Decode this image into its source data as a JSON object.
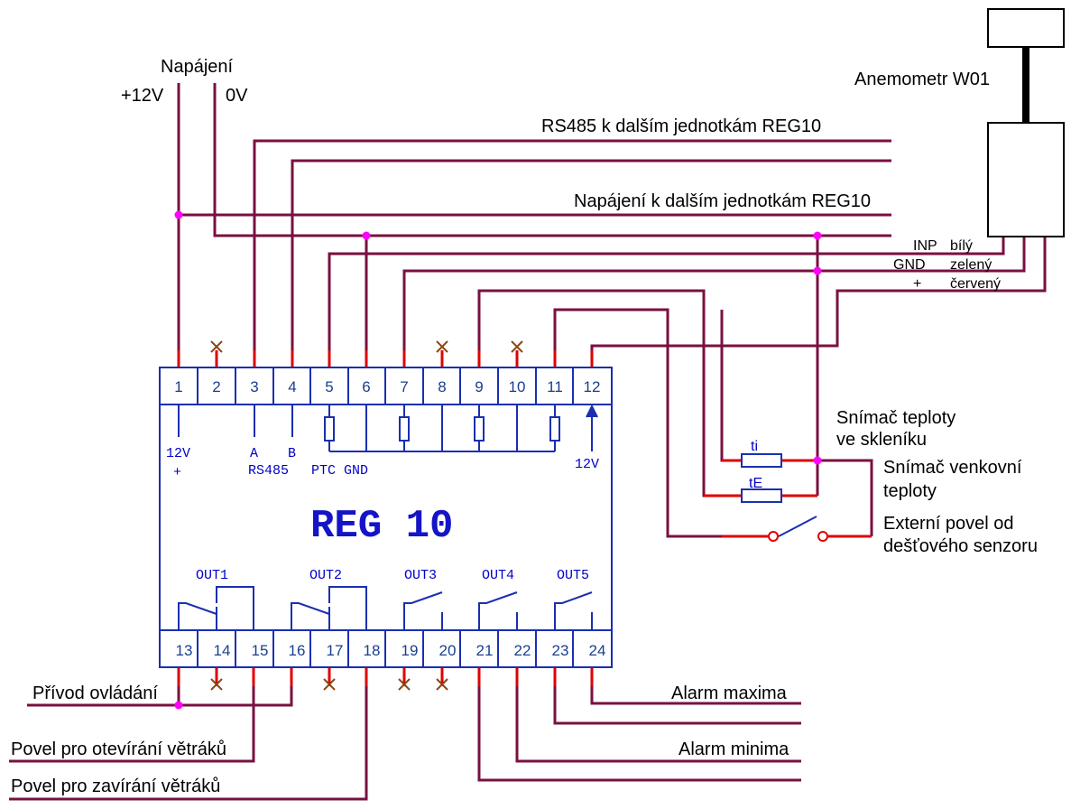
{
  "power": {
    "title": "Napájení",
    "plus": "+12V",
    "zero": "0V"
  },
  "rs485_label": "RS485 k dalším jednotkám REG10",
  "power_out_label": "Napájení k dalším jednotkám REG10",
  "anemometer": {
    "title": "Anemometr W01",
    "inp": "INP",
    "gnd": "GND",
    "plus": "+",
    "white": "bílý",
    "green": "zelený",
    "red": "červený"
  },
  "device": {
    "name": "REG 10",
    "top_terminals": [
      "1",
      "2",
      "3",
      "4",
      "5",
      "6",
      "7",
      "8",
      "9",
      "10",
      "11",
      "12"
    ],
    "bottom_terminals": [
      "13",
      "14",
      "15",
      "16",
      "17",
      "18",
      "19",
      "20",
      "21",
      "22",
      "23",
      "24"
    ],
    "inner": {
      "v12_top": "12V",
      "v12_plus": "+",
      "a": "A",
      "b": "B",
      "rs485": "RS485",
      "ptc_gnd": "PTC GND",
      "v12_right": "12V"
    },
    "outputs": [
      "OUT1",
      "OUT2",
      "OUT3",
      "OUT4",
      "OUT5"
    ]
  },
  "sensors": {
    "ti": "ti",
    "te": "tE",
    "inner_line1": "Snímač teploty",
    "inner_line2": "ve skleníku",
    "outer_line1": "Snímač venkovní",
    "outer_line2": "teploty",
    "rain_line1": "Externí povel od",
    "rain_line2": "dešťového senzoru"
  },
  "left_labels": {
    "control_supply": "Přívod ovládání",
    "open_cmd": "Povel pro otevírání větráků",
    "close_cmd": "Povel pro zavírání větráků"
  },
  "right_labels": {
    "alarm_max": "Alarm maxima",
    "alarm_min": "Alarm minima"
  },
  "colors": {
    "wire": "#7a1040",
    "terminal_wire": "#e00000",
    "device": "#1a2fb0",
    "node": "#ff00ff",
    "nc_mark": "#8b4513"
  }
}
